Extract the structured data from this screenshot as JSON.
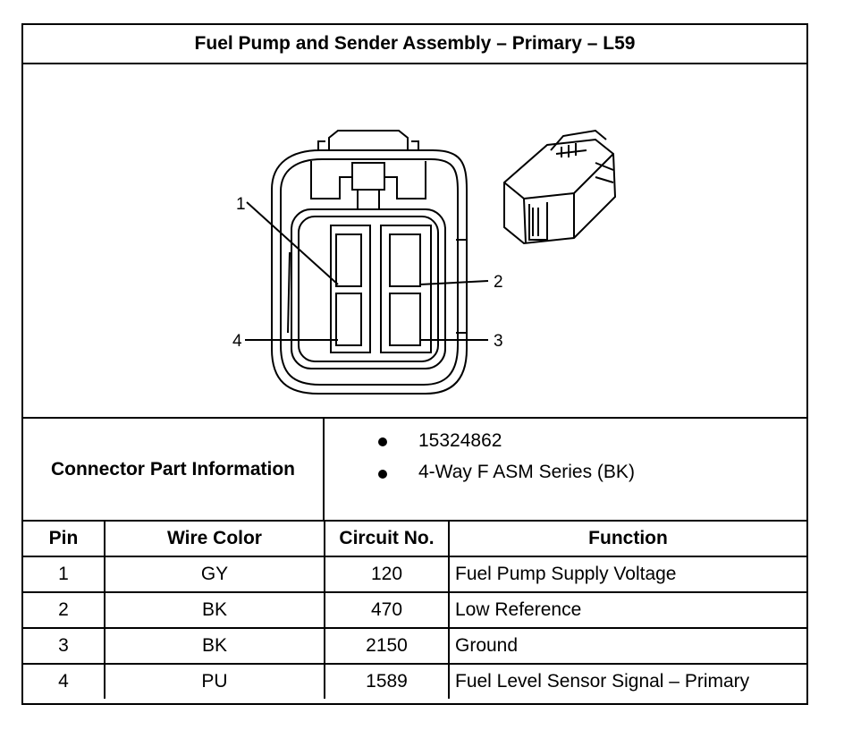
{
  "title": "Fuel Pump and Sender Assembly – Primary – L59",
  "connector_part_information": {
    "label": "Connector Part Information",
    "items": [
      "15324862",
      "4-Way F ASM Series (BK)"
    ]
  },
  "diagram": {
    "pin_labels": [
      "1",
      "2",
      "3",
      "4"
    ]
  },
  "pin_table": {
    "headers": [
      "Pin",
      "Wire Color",
      "Circuit No.",
      "Function"
    ],
    "rows": [
      {
        "pin": "1",
        "wire_color": "GY",
        "circuit": "120",
        "function": "Fuel Pump Supply Voltage"
      },
      {
        "pin": "2",
        "wire_color": "BK",
        "circuit": "470",
        "function": "Low Reference"
      },
      {
        "pin": "3",
        "wire_color": "BK",
        "circuit": "2150",
        "function": "Ground"
      },
      {
        "pin": "4",
        "wire_color": "PU",
        "circuit": "1589",
        "function": "Fuel Level Sensor Signal – Primary"
      }
    ]
  }
}
